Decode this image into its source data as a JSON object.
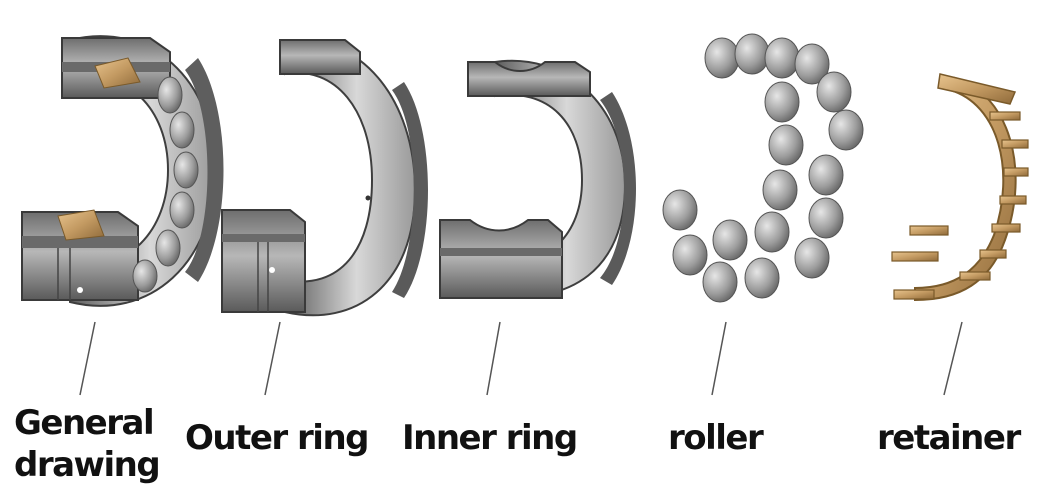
{
  "labels": {
    "general_line1": "General",
    "general_line2": "drawing",
    "outer_ring": "Outer ring",
    "inner_ring": "Inner ring",
    "roller": "roller",
    "retainer": "retainer"
  },
  "colors": {
    "steel_dark": "#4a4a4a",
    "steel_mid": "#8a8a8a",
    "steel_light": "#d0d0d0",
    "brass": "#c9a06a",
    "brass_dark": "#8f6a3a",
    "leader_line": "#555555"
  }
}
